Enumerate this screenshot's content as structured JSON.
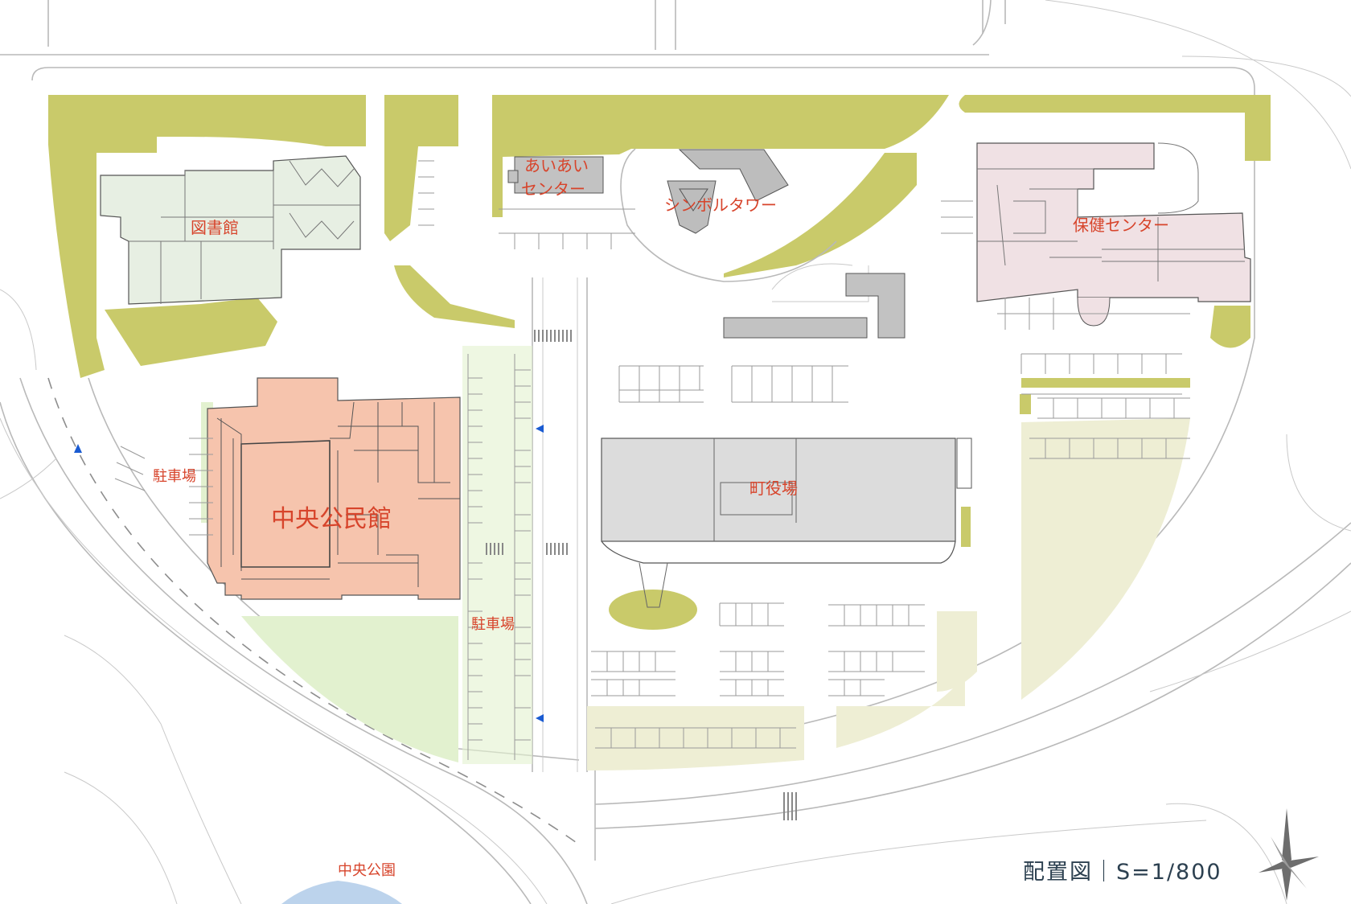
{
  "labels": {
    "library": "図書館",
    "aiai_center_line1": "あいあい",
    "aiai_center_line2": "センター",
    "symbol_tower": "シンボルタワー",
    "health_center": "保健センター",
    "parking_left": "駐車場",
    "central_hall": "中央公民館",
    "town_hall": "町役場",
    "parking_center": "駐車場",
    "central_park": "中央公園"
  },
  "plan_title": "配置図｜S=1/800",
  "colors": {
    "green_area": "#c9ca6a",
    "light_green_area": "#e2f1cf",
    "beige_area": "#eeeed4",
    "library_fill": "#e7efe3",
    "central_hall_fill": "#f6c4ad",
    "health_center_fill": "#f0e1e4",
    "town_hall_fill": "#dcdcdc",
    "label_color": "#d7442b",
    "title_color": "#2c4050",
    "pond": "#bcd3ec",
    "direction_arrow": "#1a5bd1"
  },
  "icons": {
    "north_arrow": "compass-rose-icon",
    "traffic_direction": "triangle-arrow-icon"
  }
}
